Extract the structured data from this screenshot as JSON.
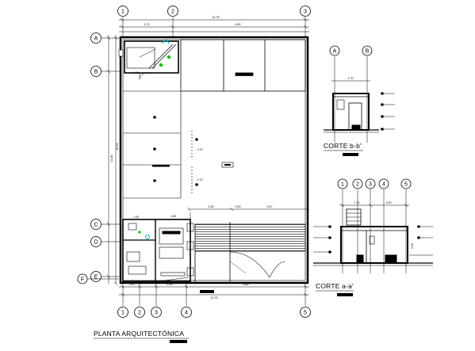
{
  "plan": {
    "title": "PLANTA ARQUITECTÓNICA",
    "top_axes": [
      "1",
      "2",
      "3"
    ],
    "left_axes": [
      "A",
      "B",
      "C",
      "D",
      "E",
      "F"
    ],
    "bottom_axes": [
      "1",
      "2",
      "3",
      "4",
      "5"
    ],
    "overall_width": "10.75",
    "overall_depth": "14.80"
  },
  "section_bb": {
    "title": "CORTE b-b'",
    "axes": [
      "A",
      "B"
    ]
  },
  "section_aa": {
    "title": "CORTE a-a'",
    "axes": [
      "1",
      "2",
      "3",
      "4",
      "5"
    ]
  },
  "colors": {
    "ink": "#000000",
    "highlight_green": "#00c000",
    "highlight_cyan": "#00b0c8"
  }
}
